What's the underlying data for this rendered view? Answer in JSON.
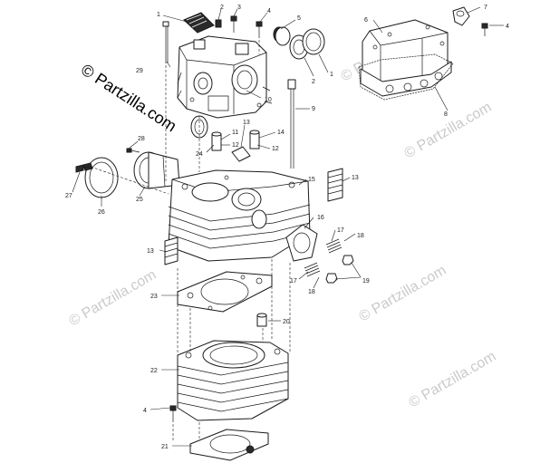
{
  "watermark": {
    "main": "© Partzilla.com",
    "faint": "© Partzilla.com"
  },
  "colors": {
    "line": "#1a1a1a",
    "watermark_faint": "#bdbdbd"
  },
  "callouts": {
    "c1a": "1",
    "c2a": "2",
    "c3": "3",
    "c4a": "4",
    "c5a": "5",
    "c29": "29",
    "c10": "10",
    "c2b": "2",
    "c1b": "1",
    "c6": "6",
    "c7": "7",
    "c4b": "4",
    "c8": "8",
    "c9": "9",
    "c11": "11",
    "c13a": "13",
    "c14": "14",
    "c12a": "12",
    "c12b": "12",
    "c24": "24",
    "c28": "28",
    "c27": "27",
    "c26": "26",
    "c25": "25",
    "c15": "15",
    "c13b": "13",
    "c13c": "13",
    "c16": "16",
    "c17a": "17",
    "c18a": "18",
    "c17b": "17",
    "c18b": "18",
    "c19": "19",
    "c23": "23",
    "c20": "20",
    "c22": "22",
    "c4c": "4",
    "c21": "21"
  }
}
